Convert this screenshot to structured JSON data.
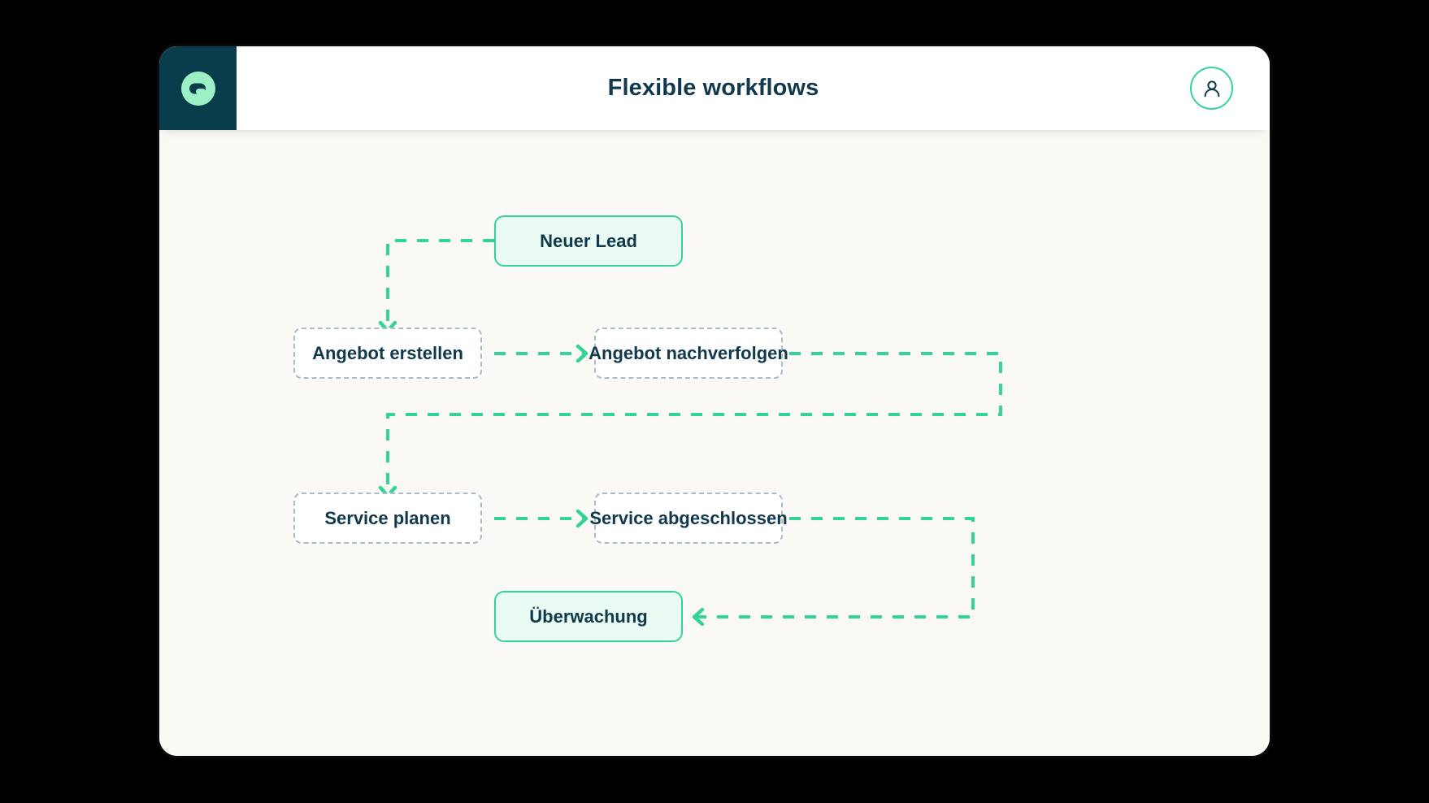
{
  "window": {
    "title": "Flexible workflows"
  },
  "header": {
    "logo_icon": "brand-logo-icon",
    "title": "Flexible workflows",
    "avatar_icon": "user-avatar-icon"
  },
  "colors": {
    "accent_green": "#34D399",
    "node_fill_green": "#E9FBF2",
    "text_navy": "#10394B",
    "logo_tile": "#0A3D4C",
    "logo_glyph": "#9BF0C6",
    "canvas_bg": "#FAF9F5",
    "header_bg": "#FFFFFF",
    "dashed_border": "#A9BDC8",
    "page_bg": "#000000"
  },
  "workflow": {
    "nodes": [
      {
        "id": "neuer-lead",
        "label": "Neuer Lead",
        "style": "primary"
      },
      {
        "id": "angebot-erstellen",
        "label": "Angebot erstellen",
        "style": "step"
      },
      {
        "id": "angebot-nachverfolgen",
        "label": "Angebot nachverfolgen",
        "style": "step"
      },
      {
        "id": "service-planen",
        "label": "Service planen",
        "style": "step"
      },
      {
        "id": "service-abgeschlossen",
        "label": "Service abgeschlossen",
        "style": "step"
      },
      {
        "id": "ueberwachung",
        "label": "Überwachung",
        "style": "primary"
      }
    ],
    "connectors": [
      {
        "from": "neuer-lead",
        "to": "angebot-erstellen",
        "shape": "left-down",
        "arrow": "down"
      },
      {
        "from": "angebot-erstellen",
        "to": "angebot-nachverfolgen",
        "shape": "straight",
        "arrow": "right"
      },
      {
        "from": "angebot-nachverfolgen",
        "to": "service-planen",
        "shape": "right-loop",
        "arrow": "down"
      },
      {
        "from": "service-planen",
        "to": "service-abgeschlossen",
        "shape": "straight",
        "arrow": "right"
      },
      {
        "from": "service-abgeschlossen",
        "to": "ueberwachung",
        "shape": "right-loop",
        "arrow": "left"
      }
    ]
  }
}
